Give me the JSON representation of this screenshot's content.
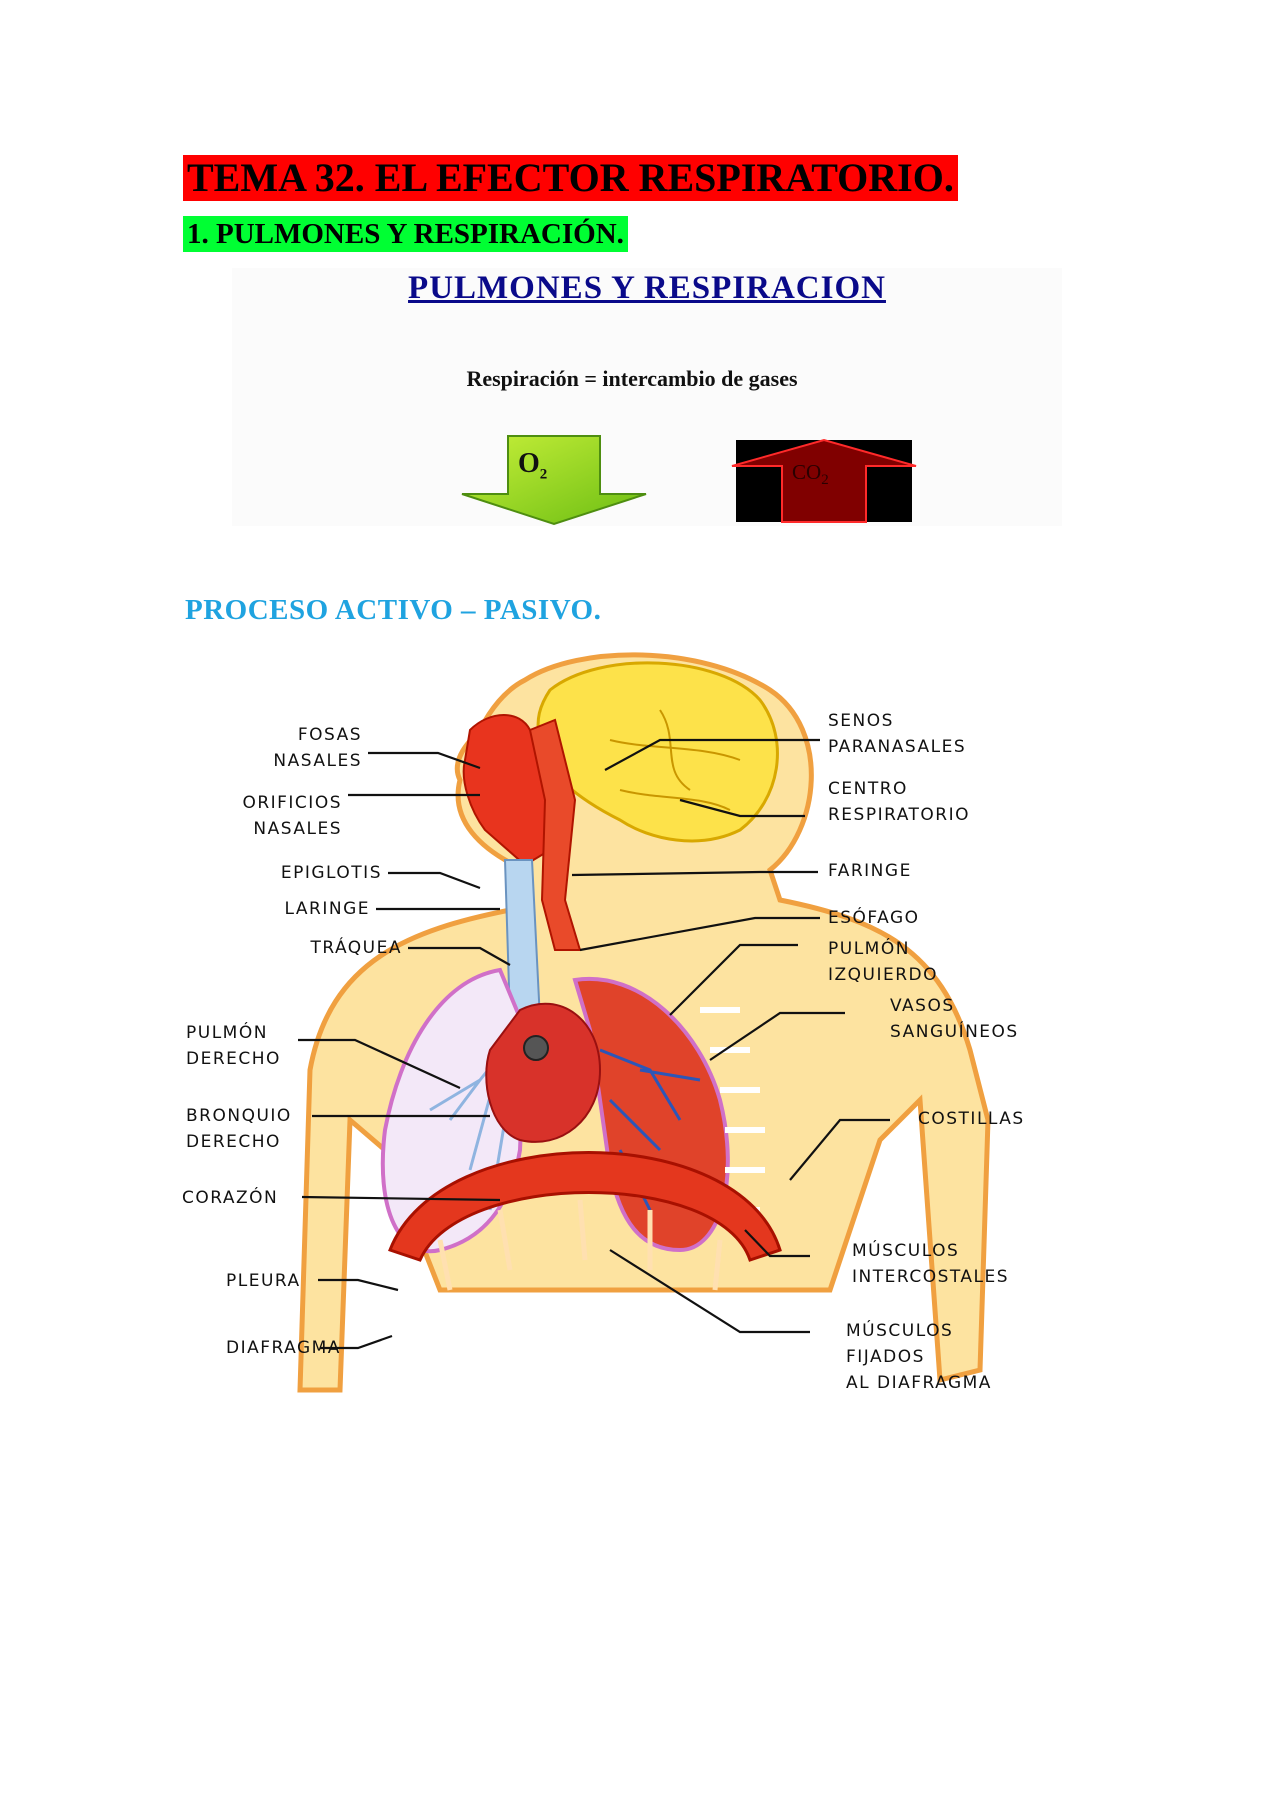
{
  "heading": {
    "title": "TEMA 32. EL EFECTOR RESPIRATORIO.",
    "subtitle": "1. PULMONES Y RESPIRACIÓN."
  },
  "figure1": {
    "title": "PULMONES Y RESPIRACION",
    "subtitle": "Respiración = intercambio de gases",
    "o2": {
      "symbol": "O",
      "sub": "2",
      "color": "#8bd41c"
    },
    "co2": {
      "symbol": "CO",
      "sub": "2",
      "color": "#7a0000"
    }
  },
  "section": {
    "title": "PROCESO ACTIVO – PASIVO."
  },
  "diagram": {
    "left_labels": [
      {
        "line1": "FOSAS",
        "line2": "NASALES"
      },
      {
        "line1": "ORIFICIOS",
        "line2": "NASALES"
      },
      {
        "line1": "EPIGLOTIS",
        "line2": ""
      },
      {
        "line1": "LARINGE",
        "line2": ""
      },
      {
        "line1": "TRÁQUEA",
        "line2": ""
      },
      {
        "line1": "PULMÓN",
        "line2": "DERECHO"
      },
      {
        "line1": "BRONQUIO",
        "line2": "DERECHO"
      },
      {
        "line1": "CORAZÓN",
        "line2": ""
      },
      {
        "line1": "PLEURA",
        "line2": ""
      },
      {
        "line1": "DIAFRAGMA",
        "line2": ""
      }
    ],
    "right_labels": [
      {
        "line1": "SENOS",
        "line2": "PARANASALES",
        "line3": ""
      },
      {
        "line1": "CENTRO",
        "line2": "RESPIRATORIO",
        "line3": ""
      },
      {
        "line1": "FARINGE",
        "line2": "",
        "line3": ""
      },
      {
        "line1": "ESÓFAGO",
        "line2": "",
        "line3": ""
      },
      {
        "line1": "PULMÓN",
        "line2": "IZQUIERDO",
        "line3": ""
      },
      {
        "line1": "VASOS",
        "line2": "SANGUÍNEOS",
        "line3": ""
      },
      {
        "line1": "COSTILLAS",
        "line2": "",
        "line3": ""
      },
      {
        "line1": "MÚSCULOS",
        "line2": "INTERCOSTALES",
        "line3": ""
      },
      {
        "line1": "MÚSCULOS",
        "line2": "FIJADOS",
        "line3": "AL DIAFRAGMA"
      }
    ]
  }
}
